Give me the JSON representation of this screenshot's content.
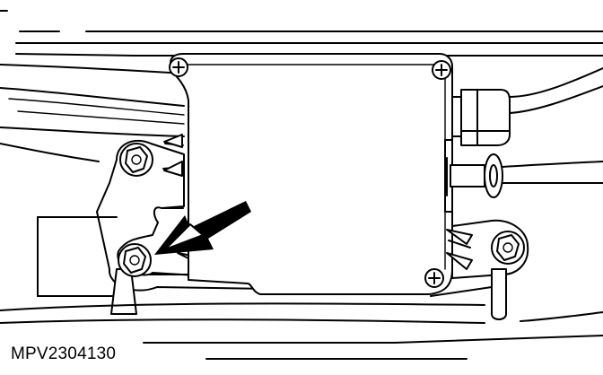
{
  "figure": {
    "code": "MPV2304130"
  },
  "colors": {
    "line": "#000000",
    "background": "#ffffff"
  },
  "callouts": [
    {
      "name": "arrow-indicator",
      "points_to": "lower-left-mounting-bolt"
    }
  ]
}
